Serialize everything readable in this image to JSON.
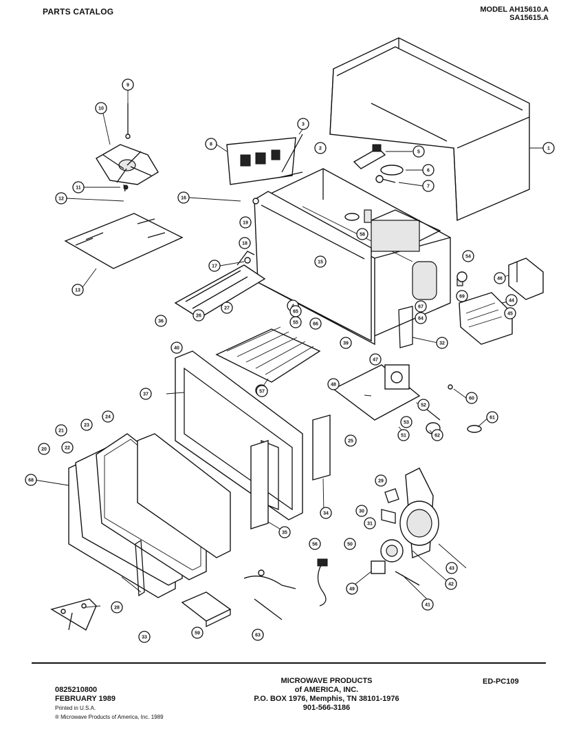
{
  "header": {
    "catalog_label": "PARTS CATALOG",
    "model_line1": "MODEL AH15610.A",
    "model_line2": "SA15615.A"
  },
  "callouts": [
    {
      "id": "c1",
      "label": "1"
    },
    {
      "id": "c2",
      "label": "2"
    },
    {
      "id": "c3",
      "label": "3"
    },
    {
      "id": "c4",
      "label": "4"
    },
    {
      "id": "c5",
      "label": "5"
    },
    {
      "id": "c6",
      "label": "6"
    },
    {
      "id": "c7",
      "label": "7"
    },
    {
      "id": "c8",
      "label": "8"
    },
    {
      "id": "c9",
      "label": "9"
    },
    {
      "id": "c10",
      "label": "10"
    },
    {
      "id": "c11",
      "label": "11"
    },
    {
      "id": "c12",
      "label": "12"
    },
    {
      "id": "c13",
      "label": "13"
    },
    {
      "id": "c15",
      "label": "15"
    },
    {
      "id": "c16",
      "label": "16"
    },
    {
      "id": "c17",
      "label": "17"
    },
    {
      "id": "c18",
      "label": "18"
    },
    {
      "id": "c19",
      "label": "19"
    },
    {
      "id": "c20",
      "label": "20"
    },
    {
      "id": "c21",
      "label": "21"
    },
    {
      "id": "c22",
      "label": "22"
    },
    {
      "id": "c23",
      "label": "23"
    },
    {
      "id": "c24",
      "label": "24"
    },
    {
      "id": "c25",
      "label": "25"
    },
    {
      "id": "c26",
      "label": "26"
    },
    {
      "id": "c27",
      "label": "27"
    },
    {
      "id": "c28",
      "label": "28"
    },
    {
      "id": "c29",
      "label": "29"
    },
    {
      "id": "c30",
      "label": "30"
    },
    {
      "id": "c31",
      "label": "31"
    },
    {
      "id": "c32",
      "label": "32"
    },
    {
      "id": "c33",
      "label": "33"
    },
    {
      "id": "c34",
      "label": "34"
    },
    {
      "id": "c35",
      "label": "35"
    },
    {
      "id": "c36",
      "label": "36"
    },
    {
      "id": "c37",
      "label": "37"
    },
    {
      "id": "c38",
      "label": "38"
    },
    {
      "id": "c39",
      "label": "39"
    },
    {
      "id": "c40",
      "label": "40"
    },
    {
      "id": "c41",
      "label": "41"
    },
    {
      "id": "c42",
      "label": "42"
    },
    {
      "id": "c43",
      "label": "43"
    },
    {
      "id": "c44",
      "label": "44"
    },
    {
      "id": "c45",
      "label": "45"
    },
    {
      "id": "c46",
      "label": "46"
    },
    {
      "id": "c47",
      "label": "47"
    },
    {
      "id": "c48",
      "label": "48"
    },
    {
      "id": "c49",
      "label": "49"
    },
    {
      "id": "c50",
      "label": "50"
    },
    {
      "id": "c51",
      "label": "51"
    },
    {
      "id": "c52",
      "label": "52"
    },
    {
      "id": "c53",
      "label": "53"
    },
    {
      "id": "c54",
      "label": "54"
    },
    {
      "id": "c55",
      "label": "55"
    },
    {
      "id": "c56",
      "label": "56"
    },
    {
      "id": "c57",
      "label": "57"
    },
    {
      "id": "c58",
      "label": "58"
    },
    {
      "id": "c59",
      "label": "59"
    },
    {
      "id": "c60",
      "label": "60"
    },
    {
      "id": "c61",
      "label": "61"
    },
    {
      "id": "c62",
      "label": "62"
    },
    {
      "id": "c63",
      "label": "63"
    },
    {
      "id": "c64",
      "label": "64"
    },
    {
      "id": "c65",
      "label": "65"
    },
    {
      "id": "c66",
      "label": "66"
    },
    {
      "id": "c67",
      "label": "67"
    },
    {
      "id": "c68",
      "label": "68"
    },
    {
      "id": "c69",
      "label": "69"
    }
  ],
  "footer": {
    "part_number": "0825210800",
    "date": "FEBRUARY 1989",
    "printed": "Printed in U.S.A.",
    "copyright": "® Microwave Products of America, Inc. 1989",
    "company_line1": "MICROWAVE PRODUCTS",
    "company_line2": "of AMERICA, INC.",
    "company_line3": "P.O. BOX 1976, Memphis, TN 38101-1976",
    "company_line4": "901-566-3186",
    "doc_code": "ED-PC109"
  },
  "colors": {
    "ink": "#111111",
    "paper": "#ffffff"
  }
}
